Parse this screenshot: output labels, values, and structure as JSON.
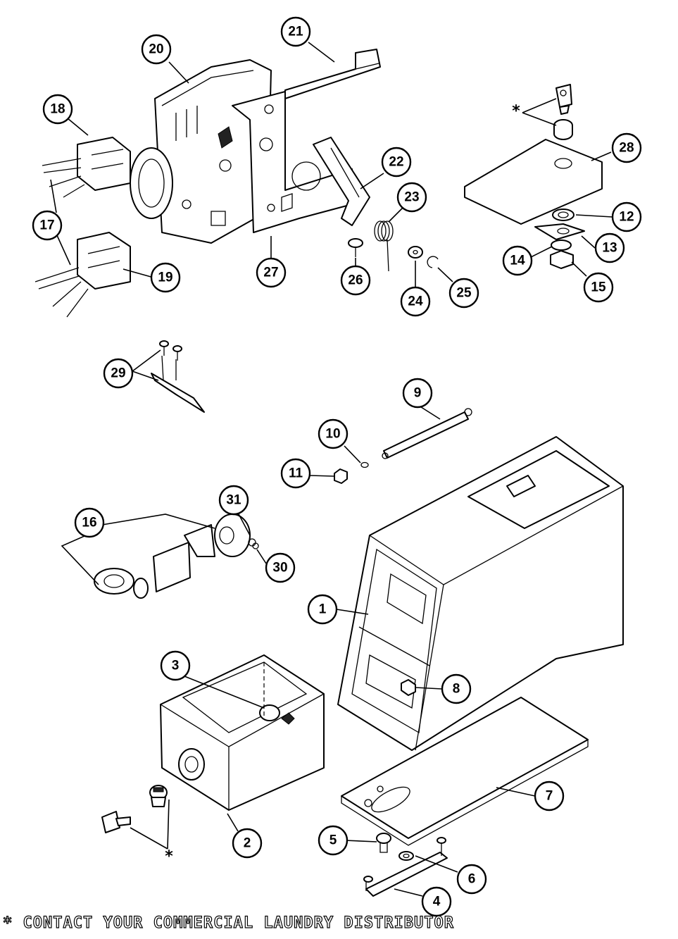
{
  "diagram": {
    "footnote": "* CONTACT YOUR COMMERCIAL LAUNDRY DISTRIBUTOR",
    "note_marker": "*",
    "callouts": [
      "1",
      "2",
      "3",
      "4",
      "5",
      "6",
      "7",
      "8",
      "9",
      "10",
      "11",
      "12",
      "13",
      "14",
      "15",
      "16",
      "17",
      "18",
      "19",
      "20",
      "21",
      "22",
      "23",
      "24",
      "25",
      "26",
      "27",
      "28",
      "29",
      "30",
      "31"
    ]
  }
}
